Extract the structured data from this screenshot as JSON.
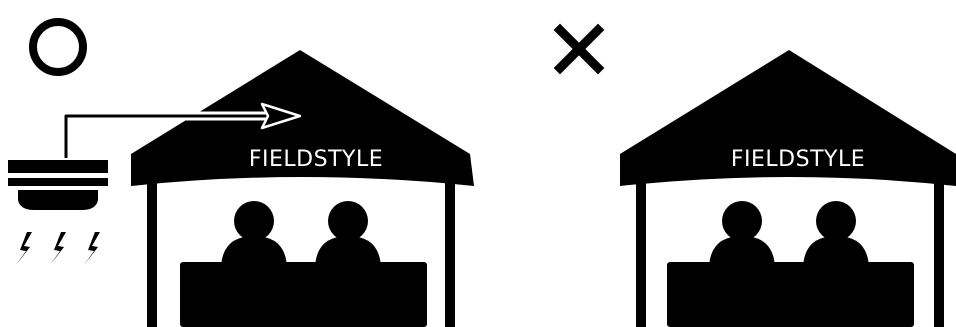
{
  "left_panel": {
    "verdict_mark": "circle",
    "banner_text": "FIELDSTYLE",
    "people_count": 2,
    "device_icon": "smoke-detector-icon",
    "arrow": "arrow-right-icon"
  },
  "right_panel": {
    "verdict_mark": "cross",
    "banner_text": "FIELDSTYLE",
    "people_count": 2
  },
  "colors": {
    "ink": "#000000",
    "background": "#ffffff"
  }
}
